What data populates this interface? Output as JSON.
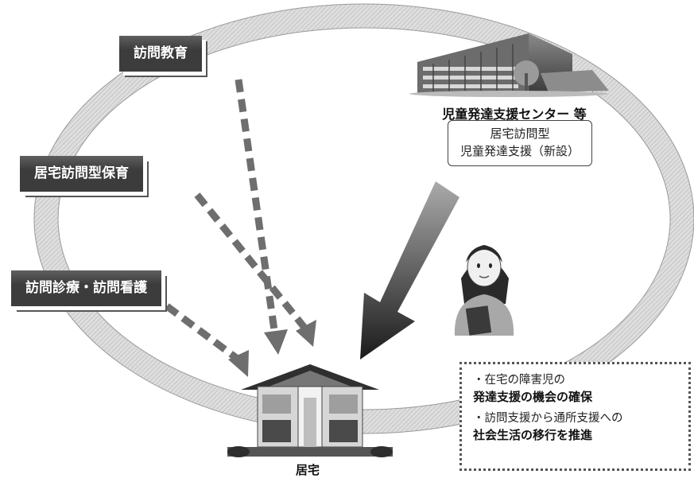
{
  "labels": {
    "visit_education": "訪問教育",
    "home_visit_childcare": "居宅訪問型保育",
    "home_medical_nursing": "訪問診療・訪問看護"
  },
  "center": {
    "caption": "児童発達支援センター 等",
    "service_line1": "居宅訪問型",
    "service_line2": "児童発達支援（新設）"
  },
  "notes": {
    "item1_line1": "・在宅の障害児の",
    "item1_line2": "発達支援の機会の確保",
    "item2_line1": "・訪問支援から通所支援への",
    "item2_line2": "社会生活の移行を推進"
  },
  "home": {
    "label": "居宅"
  },
  "icons": [
    "ring-shape",
    "building-icon",
    "staff-person-icon",
    "house-icon",
    "dashed-arrow-icon",
    "big-arrow-icon"
  ],
  "colors": {
    "label_bg": "#3c3c3c",
    "ring": "#cfcfcf",
    "arrow": "#6e6e6e"
  }
}
